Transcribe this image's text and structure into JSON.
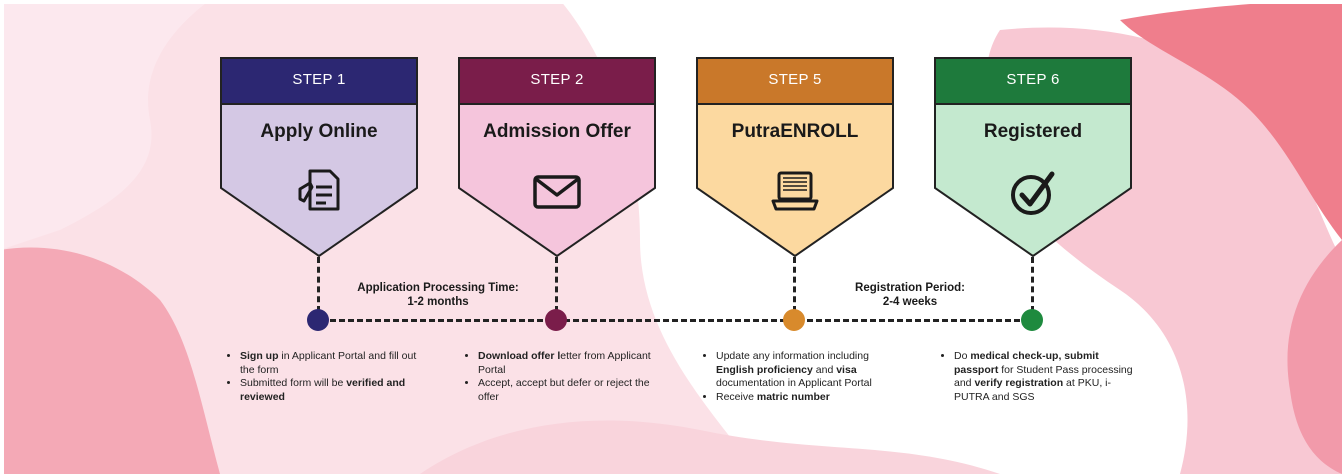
{
  "steps": [
    {
      "step": "STEP 1",
      "title": "Apply Online",
      "icon": "document-form-icon",
      "header_color": "#2c2772",
      "body_color": "#d4c8e4",
      "dot_color": "#2c2772",
      "desc": [
        {
          "parts": [
            {
              "t": "Sign up",
              "b": true
            },
            {
              "t": " in Applicant Portal and fill out the form",
              "b": false
            }
          ]
        },
        {
          "parts": [
            {
              "t": "Submitted form will be ",
              "b": false
            },
            {
              "t": "verified and reviewed",
              "b": true
            }
          ]
        }
      ]
    },
    {
      "step": "STEP 2",
      "title": "Admission Offer",
      "icon": "envelope-icon",
      "header_color": "#7a1d4a",
      "body_color": "#f5c5dc",
      "dot_color": "#7a1d4a",
      "desc": [
        {
          "parts": [
            {
              "t": "Download offer l",
              "b": true
            },
            {
              "t": "etter from Applicant Portal",
              "b": false
            }
          ]
        },
        {
          "parts": [
            {
              "t": "Accept, accept but defer or reject the offer",
              "b": false
            }
          ]
        }
      ]
    },
    {
      "step": "STEP 5",
      "title": "PutraENROLL",
      "icon": "laptop-icon",
      "header_color": "#c9782a",
      "body_color": "#fcd9a0",
      "dot_color": "#d88a2c",
      "desc": [
        {
          "parts": [
            {
              "t": "Update any information including ",
              "b": false
            },
            {
              "t": "English proficiency",
              "b": true
            },
            {
              "t": " and ",
              "b": false
            },
            {
              "t": "visa",
              "b": true
            },
            {
              "t": " documentation in Applicant Portal",
              "b": false
            }
          ]
        },
        {
          "parts": [
            {
              "t": "Receive ",
              "b": false
            },
            {
              "t": "matric number",
              "b": true
            }
          ]
        }
      ]
    },
    {
      "step": "STEP 6",
      "title": "Registered",
      "icon": "checkmark-circle-icon",
      "header_color": "#1e7a3c",
      "body_color": "#c4e9cf",
      "dot_color": "#1e8a3e",
      "desc": [
        {
          "parts": [
            {
              "t": "Do ",
              "b": false
            },
            {
              "t": "medical check-up, submit passport",
              "b": true
            },
            {
              "t": " for Student Pass processing and ",
              "b": false
            },
            {
              "t": "verify registration",
              "b": true
            },
            {
              "t": " at PKU, i-PUTRA and SGS",
              "b": false
            }
          ]
        }
      ]
    }
  ],
  "periods": {
    "processing": {
      "label": "Application Processing Time:",
      "value": "1-2 months"
    },
    "registration": {
      "label": "Registration Period:",
      "value": "2-4 weeks"
    }
  },
  "colors": {
    "bg_pink_light": "#fbe1e7",
    "bg_pink_mid": "#f6bcc7",
    "bg_pink_deep": "#ef7e8c",
    "line": "#222222"
  }
}
